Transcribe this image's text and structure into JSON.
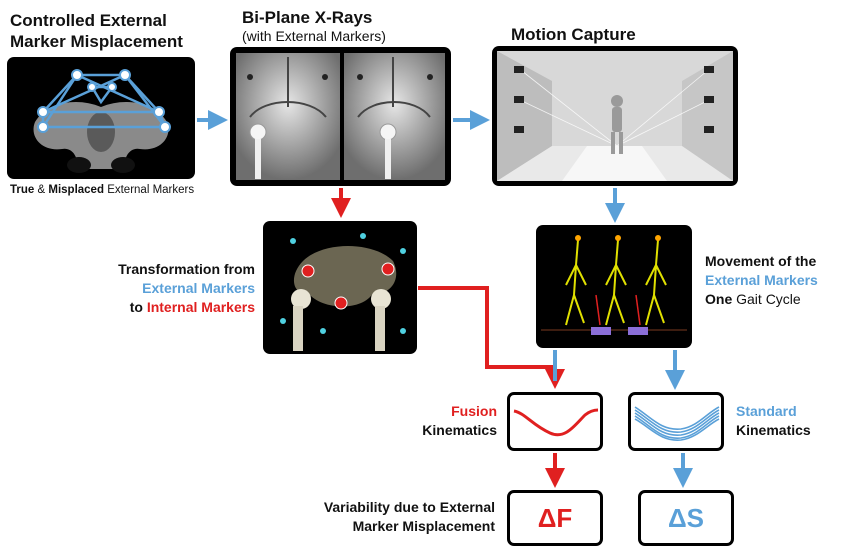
{
  "headings": {
    "misplacement_line1": "Controlled External",
    "misplacement_line2": "Marker Misplacement",
    "xray_title": "Bi-Plane X-Rays",
    "xray_subtitle": "(with External Markers)",
    "mocap_title": "Motion Capture"
  },
  "misplacement_caption": {
    "true_word": "True",
    "amp": "&",
    "misplaced_word": "Misplaced",
    "rest": "External Markers"
  },
  "transformation_label": {
    "line1": "Transformation from",
    "line2": "External Markers",
    "line3_prefix": "to",
    "line3_highlight": "Internal Markers"
  },
  "movement_label": {
    "line1": "Movement of the",
    "line2": "External Markers",
    "line3_bold": "One",
    "line3_rest": "Gait Cycle"
  },
  "fusion_label": {
    "colored": "Fusion",
    "plain": "Kinematics"
  },
  "standard_label": {
    "colored": "Standard",
    "plain": "Kinematics"
  },
  "variability_label": {
    "line1": "Variability due to External",
    "line2": "Marker Misplacement"
  },
  "deltas": {
    "fusion": "ΔF",
    "standard": "ΔS"
  },
  "colors": {
    "blue": "#5aa0d8",
    "red": "#e02020",
    "panel": "#000000"
  }
}
